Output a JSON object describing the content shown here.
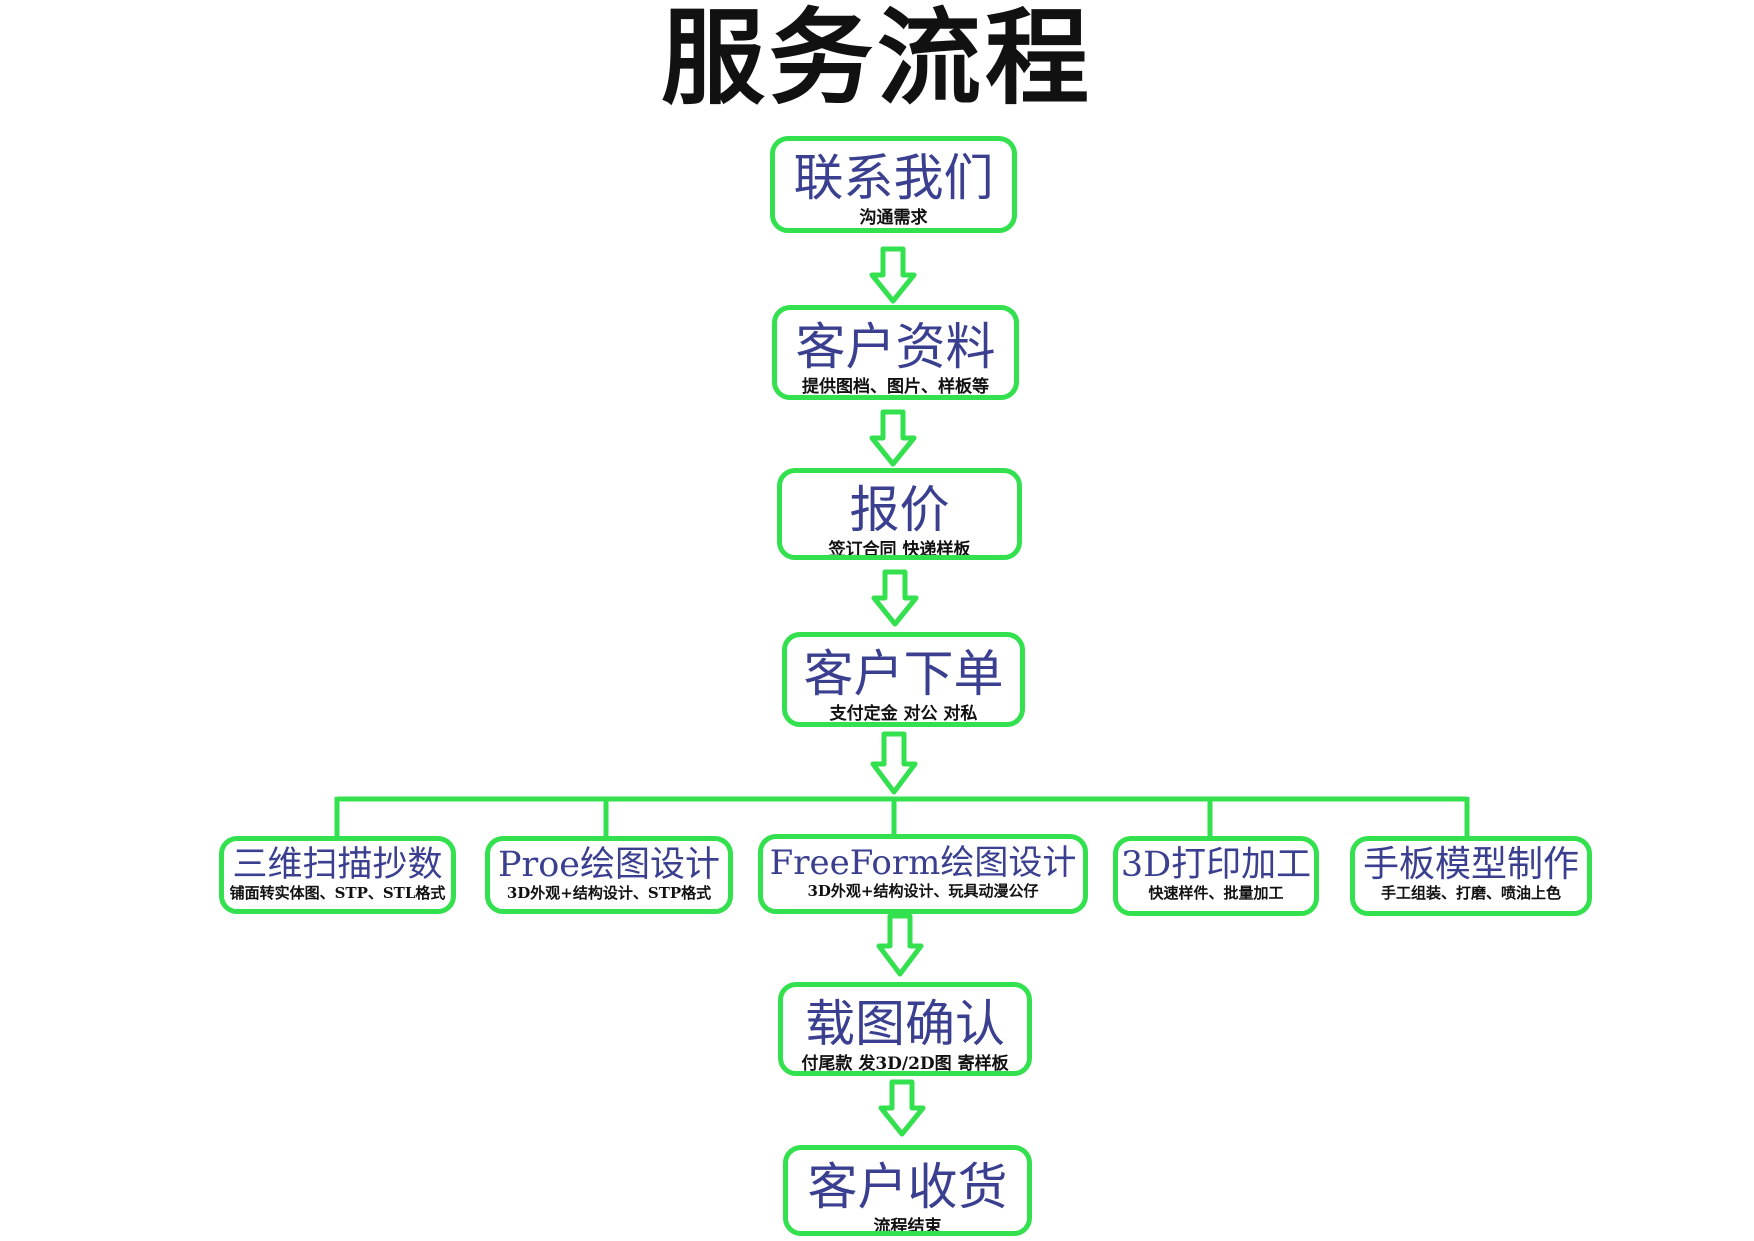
{
  "title": "服务流程",
  "colors": {
    "border": "#33e04e",
    "main_text": "#3a3f8f",
    "sub_text": "#111111",
    "title_text": "#111111"
  },
  "steps": [
    {
      "main": "联系我们",
      "sub": "沟通需求"
    },
    {
      "main": "客户资料",
      "sub": "提供图档、图片、样板等"
    },
    {
      "main": "报价",
      "sub": "签订合同  快递样板"
    },
    {
      "main": "客户下单",
      "sub": "支付定金  对公  对私"
    }
  ],
  "services": [
    {
      "main": "三维扫描抄数",
      "sub": "铺面转实体图、STP、STL格式"
    },
    {
      "main": "Proe绘图设计",
      "sub": "3D外观+结构设计、STP格式"
    },
    {
      "main": "FreeForm绘图设计",
      "sub": "3D外观+结构设计、玩具动漫公仔"
    },
    {
      "main": "3D打印加工",
      "sub": "快速样件、批量加工"
    },
    {
      "main": "手板模型制作",
      "sub": "手工组装、打磨、喷油上色"
    }
  ],
  "final_steps": [
    {
      "main": "载图确认",
      "sub": "付尾款  发3D/2D图  寄样板"
    },
    {
      "main": "客户收货",
      "sub": "流程结束"
    }
  ]
}
